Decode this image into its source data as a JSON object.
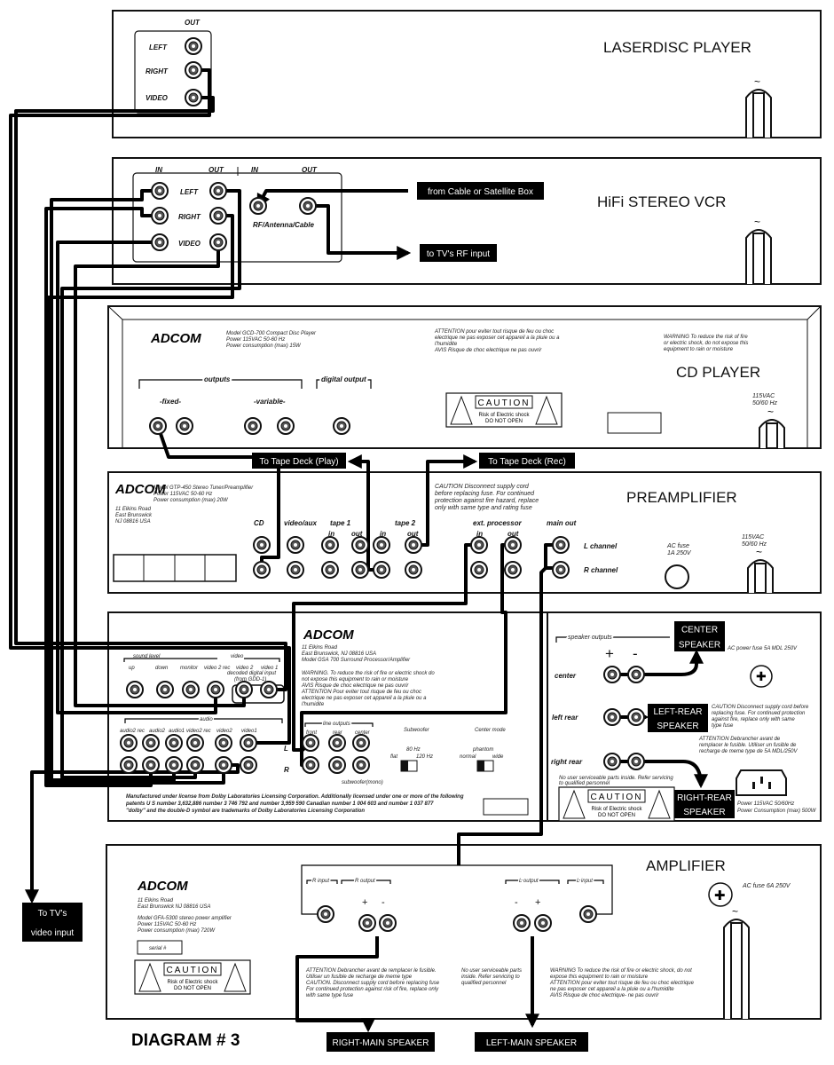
{
  "diagram_title": "DIAGRAM # 3",
  "brand": "ADCOM",
  "laserdisc": {
    "title": "LASERDISC PLAYER",
    "out_label": "OUT",
    "jacks": [
      "LEFT",
      "RIGHT",
      "VIDEO"
    ]
  },
  "vcr": {
    "title": "HiFi STEREO VCR",
    "in_label": "IN",
    "out_label": "OUT",
    "rf_in_label": "IN",
    "rf_out_label": "OUT",
    "jacks": [
      "LEFT",
      "RIGHT",
      "VIDEO"
    ],
    "rf_label": "RF/Antenna/Cable",
    "from_cable_tag": "from Cable or Satellite Box",
    "to_tv_rf_tag": "to TV's RF input"
  },
  "cd": {
    "title": "CD PLAYER",
    "model_lines": [
      "Model GCD-700 Compact Disc Player",
      "Power 115VAC 50-60 Hz",
      "Power consumption (max) 15W"
    ],
    "attention_lines": [
      "ATTENTION pour eviter tout risque de feu ou choc",
      "electrique ne pas exposer cet appareil a la pluie ou a",
      "l'humidite",
      "AVIS Risque de choc electrique ne pas ouvrir"
    ],
    "warning_lines": [
      "WARNING To reduce the risk of fire",
      "or electric shock, do not expose this",
      "equipment to rain or moisture"
    ],
    "outputs_label": "outputs",
    "fixed_label": "-fixed-",
    "variable_label": "-variable-",
    "digital_label": "digital output",
    "power_label": [
      "115VAC",
      "50/60 Hz"
    ],
    "caution": "CAUTION",
    "caution_sub": [
      "Risk of Electric shock",
      "DO NOT OPEN"
    ],
    "tape_play_tag": "To Tape Deck (Play)",
    "tape_rec_tag": "To Tape Deck (Rec)"
  },
  "preamp": {
    "title": "PREAMPLIFIER",
    "model_lines": [
      "Model GTP-450 Stereo Tuner/Preamplifier",
      "Power 115VAC 50-60 Hz",
      "Power consumption (max) 20W"
    ],
    "address_lines": [
      "11 Elkins Road",
      "East Brunswick",
      "NJ 08816 USA"
    ],
    "caution_lines": [
      "CAUTION Disconnect supply cord",
      "before replacing fuse. For continued",
      "protection against fire hazard, replace",
      "only with same type and rating fuse"
    ],
    "inputs": [
      "CD",
      "video/aux",
      "tape 1",
      "tape 2",
      "ext. processor",
      "main out"
    ],
    "in_label": "in",
    "out_label": "out",
    "l_channel": "L channel",
    "r_channel": "R channel",
    "fuse_label": [
      "AC fuse",
      "1A 250V"
    ],
    "power_label": [
      "115VAC",
      "50/60 Hz"
    ]
  },
  "processor": {
    "address_lines": [
      "11 Elkins Road",
      "East Brunswick, NJ 08816 USA",
      "Model GSA 700 Surround Processor/Amplifier"
    ],
    "warning_lines": [
      "WARNING. To reduce the risk of fire or electric shock do",
      "not expose this equipment to rain or moisture",
      "AVIS Risque de choc electrique ne pas ouvrir",
      "ATTENTION Pour eviter tout risque de feu ou choc",
      "electrique ne pas exposer cet appareil a la pluie ou a",
      "l'humidite"
    ],
    "decoded_label": [
      "decoded digital input",
      "(from GDD-1)"
    ],
    "shroud_label": "sound level",
    "video_label": "video",
    "top_row": [
      "up",
      "down",
      "monitor",
      "video 2 rec",
      "video 2",
      "video 1"
    ],
    "audio_label": "audio",
    "bottom_row": [
      "audio2 rec",
      "audio2",
      "audio1",
      "video2 rec",
      "video2",
      "video1"
    ],
    "line_outputs_label": "line outputs",
    "line_outputs": [
      "front",
      "rear",
      "center"
    ],
    "subwoofer_mono": "subwoofer(mono)",
    "l": "L",
    "r": "R",
    "subwoofer_label": "Subwoofer",
    "sub_options": [
      "80 Hz",
      "flat",
      "120 Hz"
    ],
    "center_mode_label": "Center mode",
    "center_options": [
      "phantom",
      "normal",
      "wide"
    ],
    "dolby_lines": [
      "Manufactured under license from Dolby Laboratories Licensing Corporation. Additionally licensed under one or more of the following",
      "patents U S number 3,632,886 number 3 746 792 and number 3,959 590 Canadian number 1 004 603 and number 1 037 877",
      "\"dolby\" and the double-D symbol are trademarks of Dolby Laboratories Licensing Corporation"
    ],
    "speaker_outputs_label": "speaker outputs",
    "plus": "+",
    "minus": "-",
    "channels": [
      "center",
      "left rear",
      "right rear"
    ],
    "fuse_label": "AC power fuse 5A MDL 250V",
    "caution_text": [
      "CAUTION Disconnect supply cord before",
      "replacing fuse. For continued protection",
      "against fire, replace only with same",
      "type fuse"
    ],
    "attention_text": [
      "ATTENTION Debrancher avant de",
      "remplacer le fusible. Utiliser un fusible de",
      "recharge de meme type de 5A MDL/250V"
    ],
    "no_user": [
      "No user serviceable parts inside. Refer servicing",
      "to qualified personnel"
    ],
    "power_lines": [
      "Power 115VAC 50/60Hz",
      "Power Consumption (max) 500W"
    ],
    "caution": "CAUTION",
    "caution_sub": [
      "Risk of Electric shock",
      "DO NOT OPEN"
    ],
    "center_tag": [
      "CENTER",
      "SPEAKER"
    ],
    "left_rear_tag": [
      "LEFT-REAR",
      "SPEAKER"
    ],
    "right_rear_tag": [
      "RIGHT-REAR",
      "SPEAKER"
    ]
  },
  "amplifier": {
    "title": "AMPLIFIER",
    "address_lines": [
      "11 Elkins Road",
      "East Brunswick NJ 08816 USA"
    ],
    "model_lines": [
      "Model GFA-5300 stereo power amplifier",
      "Power 115VAC 50-60 Hz",
      "Power consumption (max) 720W"
    ],
    "serial_label": "serial #",
    "r_input": "R input",
    "r_output": "R output",
    "l_output": "L output",
    "l_input": "L input",
    "fuse_label": "AC fuse 6A 250V",
    "attention_lines": [
      "ATTENTION Debrancher avant de remplacer le fusible.",
      "Utiliser un fusible de recharge de meme type",
      "CAUTION. Disconnect supply cord before replacing fuse",
      "For continued protection against risk of fire, replace only",
      "with same type fuse"
    ],
    "no_user_lines": [
      "No user serviceable parts",
      "inside. Refer servicing to",
      "qualified personnel"
    ],
    "warning_lines": [
      "WARNING To reduce the risk of fire or electric shock, do not",
      "expose this equipment to rain or moisture",
      "ATTENTION pour eviter tout risque de feu ou choc electrique",
      "ne pas exposer cet appareil a la pluie ou a l'humidite",
      "AVIS Risque de choc electrique- ne pas ouvrir"
    ],
    "caution": "CAUTION",
    "caution_sub": [
      "Risk of Electric shock",
      "DO NOT OPEN"
    ],
    "right_main_tag": "RIGHT-MAIN SPEAKER",
    "left_main_tag": "LEFT-MAIN SPEAKER"
  },
  "tv_video_tag": [
    "To TV's",
    "video input"
  ]
}
